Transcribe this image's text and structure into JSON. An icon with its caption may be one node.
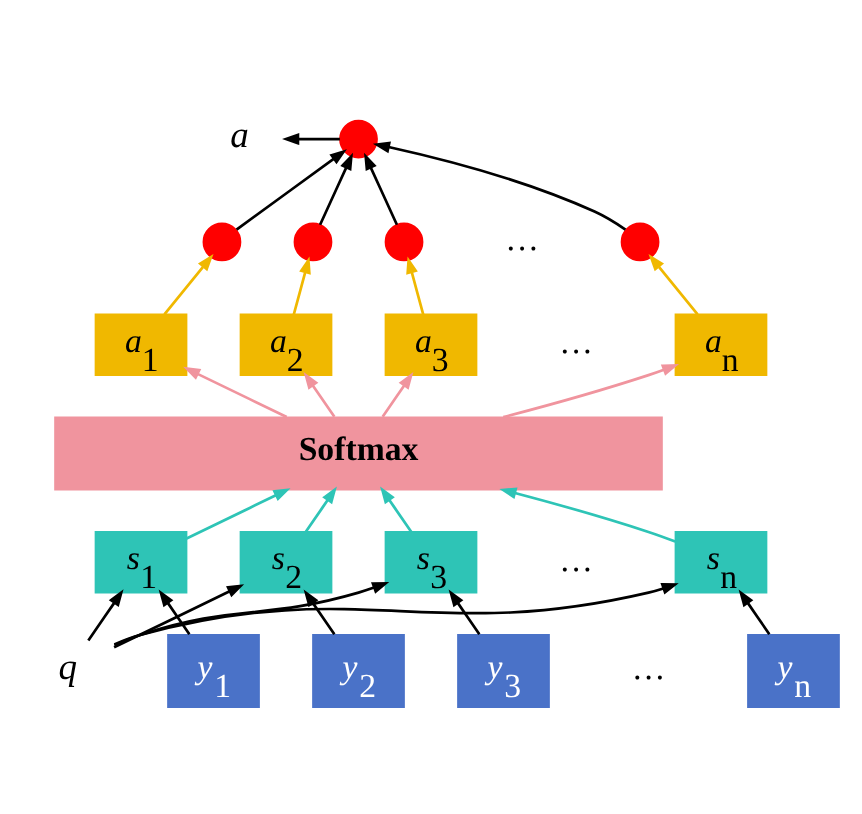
{
  "diagram": {
    "nodes": [
      {
        "text": [
          "*a*"
        ]
      },
      {
        "text": [],
        "shape": "circle"
      },
      {
        "text": [],
        "shape": "circle"
      },
      {
        "text": [],
        "shape": "circle"
      },
      {
        "text": [],
        "shape": "circle"
      },
      {
        "text": [],
        "shape": "circle"
      },
      {
        "text": [
          "*a*$_{1}$"
        ]
      },
      {
        "text": [
          "*a*$_{2}$"
        ]
      },
      {
        "text": [
          "*a*$_{3}$"
        ]
      },
      {
        "text": [
          "*a*$_{n}$"
        ]
      },
      {
        "text": [
          "Softmax"
        ]
      },
      {
        "text": [
          "*s*$_{1}$"
        ]
      },
      {
        "text": [
          "*s*$_{2}$"
        ]
      },
      {
        "text": [
          "*s*$_{3}$"
        ]
      },
      {
        "text": [
          "*s*$_{n}$"
        ]
      },
      {
        "text": [
          "*q*"
        ]
      },
      {
        "text": [
          "*y*$_{1}$"
        ]
      },
      {
        "text": [
          "*y*$_{2}$"
        ]
      },
      {
        "text": [
          "*y*$_{3}$"
        ]
      },
      {
        "text": [
          "*y*$_{n}$"
        ]
      }
    ],
    "edges": [
      {
        "from": 1,
        "to": 0,
        "arrow": "to"
      },
      {
        "from": 2,
        "to": 1,
        "arrow": "to"
      },
      {
        "from": 3,
        "to": 1,
        "arrow": "to"
      },
      {
        "from": 4,
        "to": 1,
        "arrow": "to"
      },
      {
        "from": 5,
        "to": 1,
        "arrow": "to"
      },
      {
        "from": 6,
        "to": 2,
        "arrow": "to",
        "color": "#f0b800"
      },
      {
        "from": 7,
        "to": 3,
        "arrow": "to",
        "color": "#f0b800"
      },
      {
        "from": 8,
        "to": 4,
        "arrow": "to",
        "color": "#f0b800"
      },
      {
        "from": 9,
        "to": 5,
        "arrow": "to",
        "color": "#f0b800"
      },
      {
        "from": 10,
        "to": 6,
        "arrow": "to",
        "color": "#f0949e"
      },
      {
        "from": 10,
        "to": 7,
        "arrow": "to",
        "color": "#f0949e"
      },
      {
        "from": 10,
        "to": 8,
        "arrow": "to",
        "color": "#f0949e"
      },
      {
        "from": 10,
        "to": 9,
        "arrow": "to",
        "color": "#f0949e"
      },
      {
        "from": 11,
        "to": 10,
        "arrow": "to",
        "color": "#2ec4b6"
      },
      {
        "from": 12,
        "to": 10,
        "arrow": "to",
        "color": "#2ec4b6"
      },
      {
        "from": 13,
        "to": 10,
        "arrow": "to",
        "color": "#2ec4b6"
      },
      {
        "from": 14,
        "to": 10,
        "arrow": "to",
        "color": "#2ec4b6"
      },
      {
        "from": 15,
        "to": 11,
        "arrow": "to"
      },
      {
        "from": 15,
        "to": 12,
        "arrow": "to"
      },
      {
        "from": 15,
        "to": 13,
        "arrow": "to"
      },
      {
        "from": 15,
        "to": 14,
        "arrow": "to"
      },
      {
        "from": 16,
        "to": 11,
        "arrow": "to"
      },
      {
        "from": 17,
        "to": 12,
        "arrow": "to"
      },
      {
        "from": 18,
        "to": 13,
        "arrow": "to"
      },
      {
        "from": 19,
        "to": 14,
        "arrow": "to"
      }
    ],
    "labels": [
      "…",
      "…",
      "…",
      "…"
    ]
  }
}
